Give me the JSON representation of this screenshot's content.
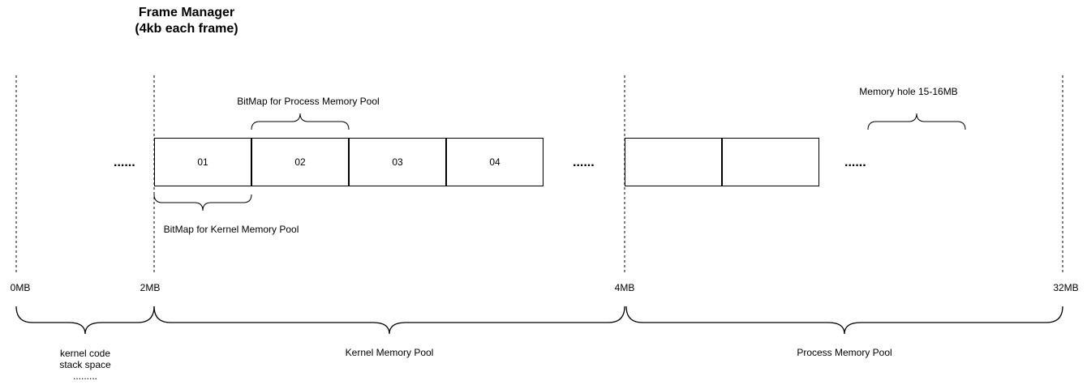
{
  "title_line1": "Frame Manager",
  "title_line2": "(4kb each frame)",
  "frames_kernel": [
    "01",
    "02",
    "03",
    "04"
  ],
  "frames_process": [
    "",
    ""
  ],
  "ellipsis": "......",
  "bitmap_process_label": "BitMap for Process Memory Pool",
  "bitmap_kernel_label": "BitMap for Kernel Memory Pool",
  "memory_hole_label": "Memory hole 15-16MB",
  "address_labels": [
    "0MB",
    "2MB",
    "4MB",
    "32MB"
  ],
  "region_kernel_code_line1": "kernel code",
  "region_kernel_code_line2": "stack space",
  "region_kernel_code_line3": ".........",
  "region_kernel_pool": "Kernel Memory Pool",
  "region_process_pool": "Process Memory Pool"
}
